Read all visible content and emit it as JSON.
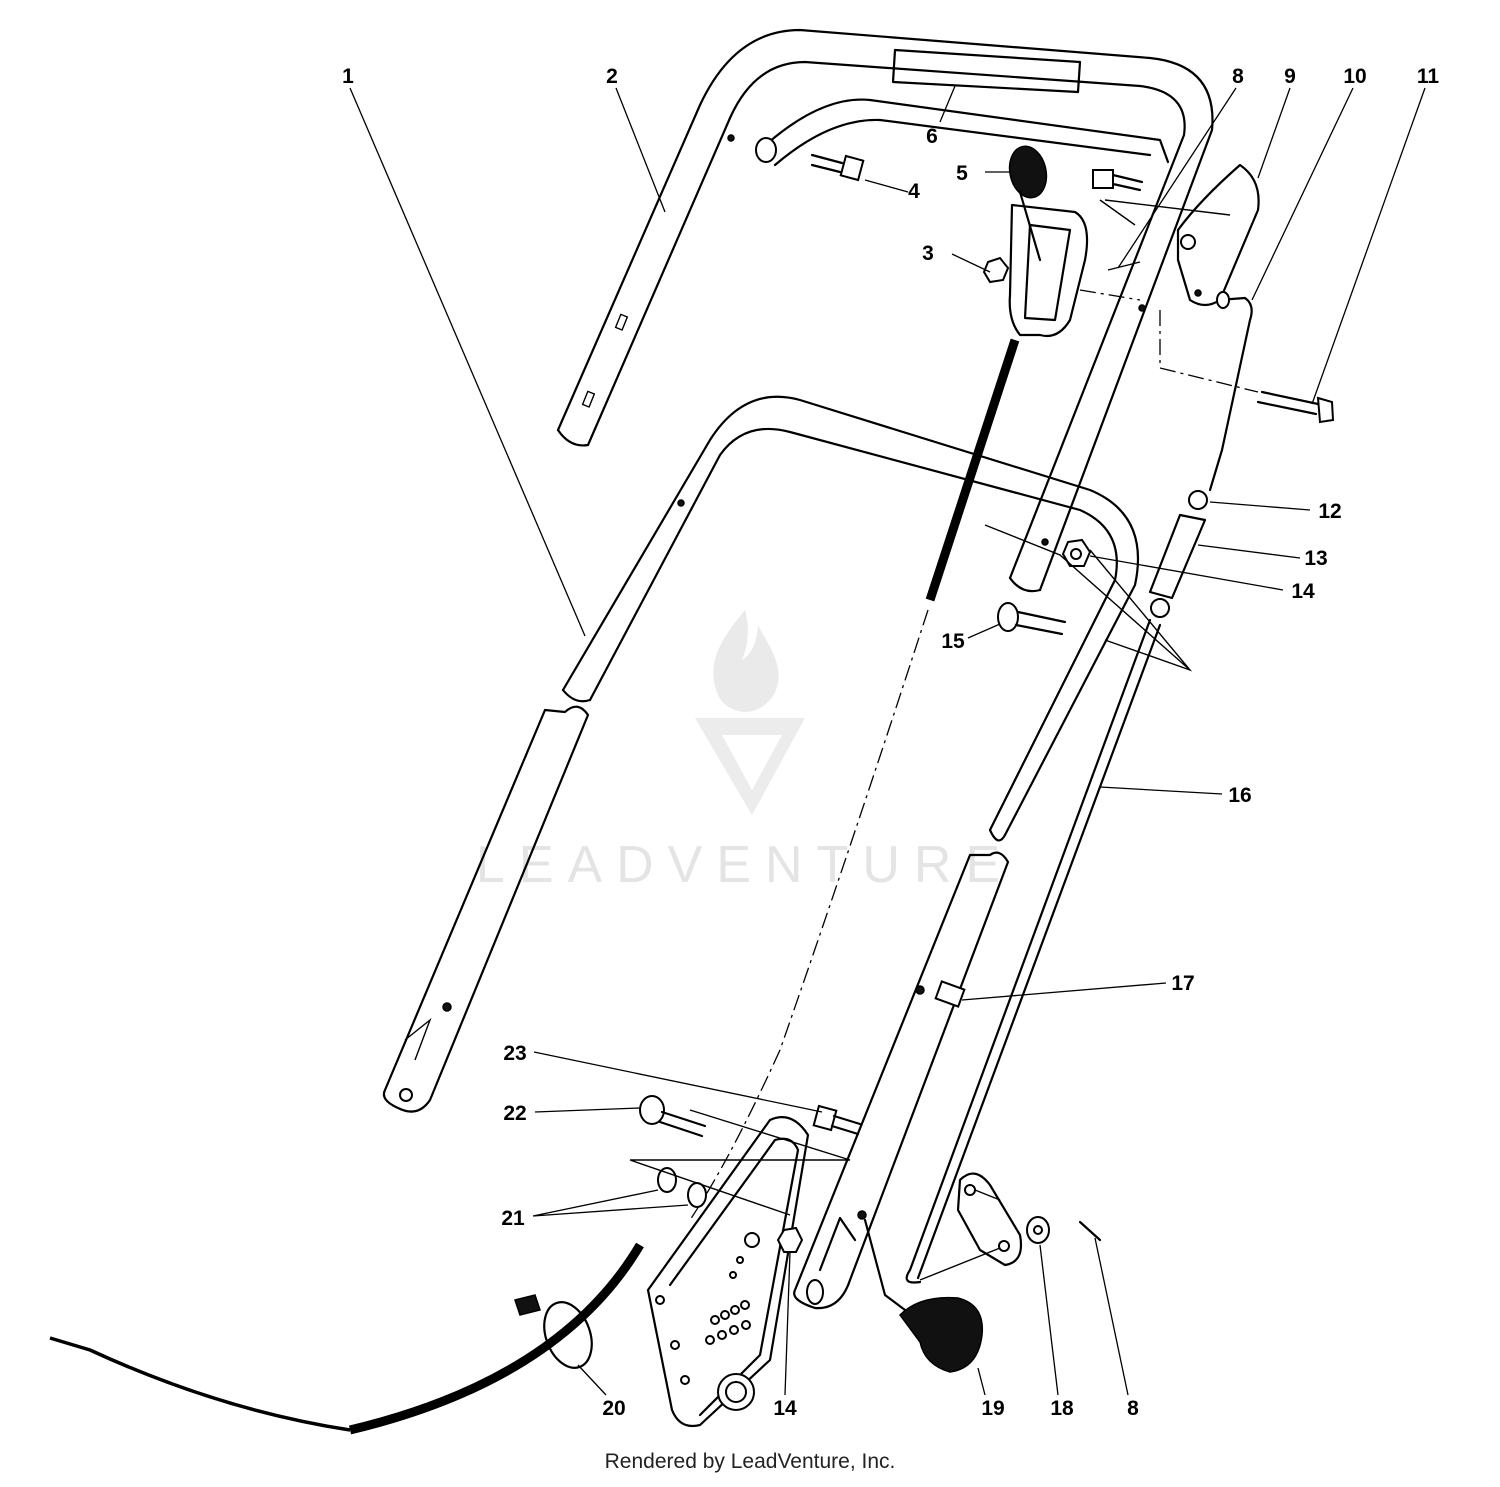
{
  "callouts": [
    {
      "id": "1",
      "label": "1"
    },
    {
      "id": "2",
      "label": "2"
    },
    {
      "id": "3",
      "label": "3"
    },
    {
      "id": "4",
      "label": "4"
    },
    {
      "id": "5",
      "label": "5"
    },
    {
      "id": "6",
      "label": "6"
    },
    {
      "id": "8a",
      "label": "8"
    },
    {
      "id": "9",
      "label": "9"
    },
    {
      "id": "10",
      "label": "10"
    },
    {
      "id": "11",
      "label": "11"
    },
    {
      "id": "12",
      "label": "12"
    },
    {
      "id": "13",
      "label": "13"
    },
    {
      "id": "14a",
      "label": "14"
    },
    {
      "id": "15",
      "label": "15"
    },
    {
      "id": "16",
      "label": "16"
    },
    {
      "id": "17",
      "label": "17"
    },
    {
      "id": "23",
      "label": "23"
    },
    {
      "id": "22",
      "label": "22"
    },
    {
      "id": "21",
      "label": "21"
    },
    {
      "id": "20",
      "label": "20"
    },
    {
      "id": "14b",
      "label": "14"
    },
    {
      "id": "19",
      "label": "19"
    },
    {
      "id": "18",
      "label": "18"
    },
    {
      "id": "8b",
      "label": "8"
    }
  ],
  "watermark": {
    "text": "LEADVENTURE"
  },
  "footer": {
    "text": "Rendered by LeadVenture, Inc."
  }
}
